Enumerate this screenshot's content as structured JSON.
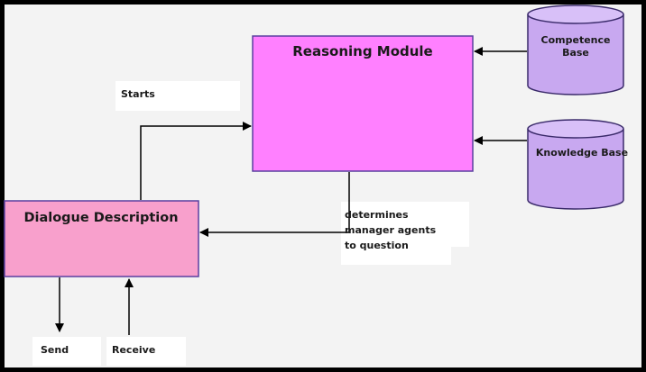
{
  "nodes": {
    "reasoning_module": "Reasoning Module",
    "dialogue_description": "Dialogue Description",
    "competence_base_line1": "Competence",
    "competence_base_line2": "Base",
    "knowledge_base": "Knowledge Base"
  },
  "labels": {
    "starts": "Starts",
    "determines_line1": "determines",
    "determines_line2": "manager agents",
    "determines_line3": "to question",
    "send": "Send",
    "receive": "Receive"
  },
  "colors": {
    "reasoning_fill": "#ff80ff",
    "dialogue_fill": "#f8a0cc",
    "database_fill": "#c8a8f0",
    "background": "#f3f3f3",
    "label_box_fill": "#ffffff"
  }
}
